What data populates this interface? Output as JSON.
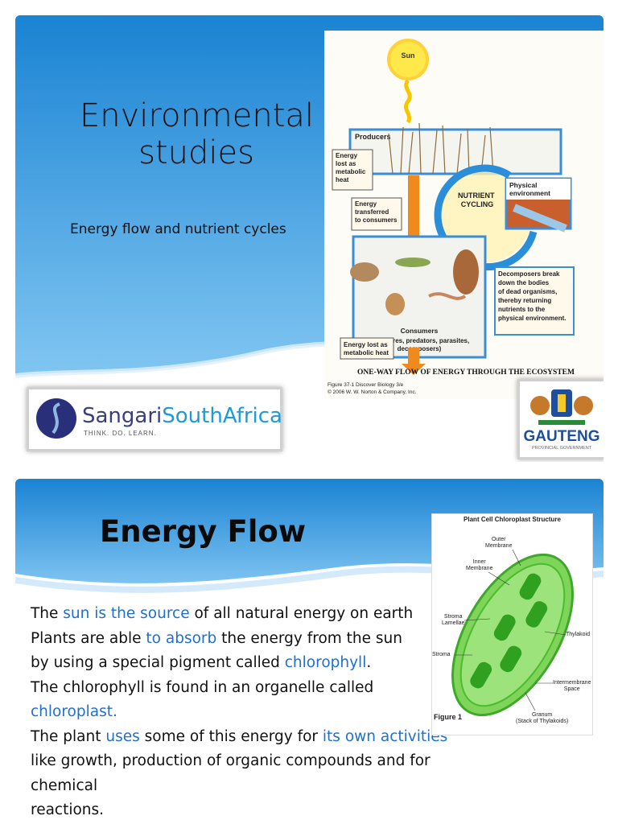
{
  "slide1": {
    "title_line1": "Environmental",
    "title_line2": "studies",
    "subtitle": "Energy flow and nutrient cycles",
    "figure": {
      "sun": "Sun",
      "producers": "Producers",
      "energy_lost_heat_top": [
        "Energy",
        "lost as",
        "metabolic",
        "heat"
      ],
      "energy_transferred": [
        "Energy",
        "transferred",
        "to consumers"
      ],
      "nutrient_cycling": [
        "NUTRIENT",
        "CYCLING"
      ],
      "physical_env": [
        "Physical",
        "environment"
      ],
      "decomposers": [
        "Decomposers break",
        "down the bodies",
        "of dead organisms,",
        "thereby returning",
        "nutrients to the",
        "physical environment."
      ],
      "consumers": "Consumers",
      "consumers_sub": [
        "(herbivores, predators, parasites,",
        "decomposers)"
      ],
      "energy_lost_heat_bottom": [
        "Energy lost as",
        "metabolic heat"
      ],
      "caption": "ONE-WAY FLOW OF ENERGY THROUGH THE ECOSYSTEM",
      "credit1": "Figure 37-1  Discover Biology 3/e",
      "credit2": "© 2006 W. W. Norton & Company, Inc."
    },
    "logo_left": {
      "name_part1": "Sangari",
      "name_part2": "SouthAfrica",
      "tagline": "THINK. DO. LEARN."
    },
    "logo_right": {
      "name": "GAUTENG",
      "sub": "PROVINCIAL GOVERNMENT"
    }
  },
  "slide2": {
    "title": "Energy Flow",
    "lines": [
      [
        {
          "t": "The "
        },
        {
          "t": "sun is the source",
          "hl": true
        },
        {
          "t": " of all natural energy on earth"
        }
      ],
      [
        {
          "t": "Plants are able "
        },
        {
          "t": "to absorb",
          "hl": true
        },
        {
          "t": " the energy from the sun"
        }
      ],
      [
        {
          "t": "by using a special pigment called "
        },
        {
          "t": "chlorophyll",
          "hl": true
        },
        {
          "t": "."
        }
      ],
      [
        {
          "t": "The chlorophyll is found in an organelle called"
        }
      ],
      [
        {
          "t": "chloroplast.",
          "hl": true
        }
      ],
      [
        {
          "t": "The plant "
        },
        {
          "t": "uses",
          "hl": true
        },
        {
          "t": " some of this energy for "
        },
        {
          "t": "its own activities",
          "hl": true
        }
      ],
      [
        {
          "t": "like growth, production of organic compounds and for"
        }
      ],
      [
        {
          "t": "chemical"
        }
      ],
      [
        {
          "t": "reactions."
        }
      ]
    ],
    "diagram": {
      "title": "Plant Cell Chloroplast Structure",
      "outer_membrane": [
        "Outer",
        "Membrane"
      ],
      "inner_membrane": [
        "Inner",
        "Membrane"
      ],
      "stroma_lamellae": [
        "Stroma",
        "Lamellae"
      ],
      "stroma": "Stroma",
      "thylakoid": "Thylakoid",
      "intermembrane": [
        "Intermembrane",
        "Space"
      ],
      "granum": [
        "Granum",
        "(Stack of Thylakoids)"
      ],
      "figure": "Figure 1"
    }
  },
  "colors": {
    "sky_top": "#1a83d3",
    "sky_bottom": "#7ec4f2",
    "highlight": "#1f6fd0",
    "chloroplast": "#3fbf1f"
  }
}
